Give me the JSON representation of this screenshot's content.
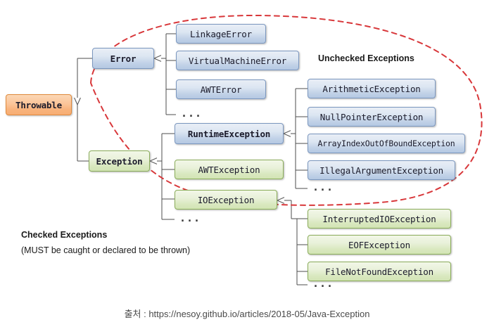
{
  "diagram": {
    "title": "Java Exception Hierarchy",
    "colors": {
      "root": "#f7ad73",
      "unchecked": "#b4c8e2",
      "checked": "#d2e4b4",
      "marker": "#d8373a",
      "connector": "#4d4d4d"
    },
    "nodes": {
      "throwable": "Throwable",
      "error": "Error",
      "exception": "Exception",
      "linkage_error": "LinkageError",
      "virtual_machine_error": "VirtualMachineError",
      "awt_error": "AWTError",
      "runtime_exception": "RuntimeException",
      "awt_exception": "AWTException",
      "io_exception": "IOException",
      "arithmetic_exception": "ArithmeticException",
      "null_pointer_exception": "NullPointerException",
      "array_index_out_of_bound_exception": "ArrayIndexOutOfBoundException",
      "illegal_argument_exception": "IllegalArgumentException",
      "interrupted_io_exception": "InterruptedIOException",
      "eof_exception": "EOFException",
      "file_not_found_exception": "FileNotFoundException"
    },
    "ellipsis": {
      "error_children": "...",
      "exception_children": "...",
      "runtime_children": "...",
      "io_children": "..."
    },
    "annotations": {
      "unchecked_title": "Unchecked Exceptions",
      "checked_title": "Checked Exceptions",
      "checked_subtitle": "(MUST be caught or declared to be thrown)"
    },
    "caption": "출처 : https://nesoy.github.io/articles/2018-05/Java-Exception"
  }
}
